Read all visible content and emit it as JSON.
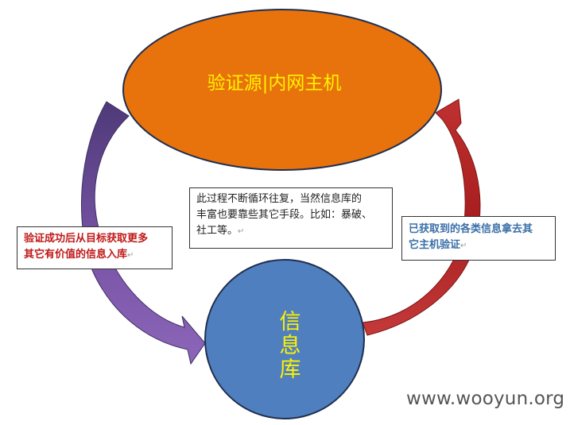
{
  "nodes": {
    "source": {
      "label": "验证源|内网主机",
      "fill": "#e8720c",
      "text_color": "#fff200"
    },
    "info_db": {
      "label": "信息库",
      "fill": "#4f7fbf",
      "text_color": "#fff200"
    }
  },
  "notes": {
    "center": {
      "line1": "此过程不断循环往复，当然信息库的",
      "line2": "丰富也要靠些其它手段。比如：暴破、",
      "line3": "社工等。"
    },
    "left": {
      "line1": "验证成功后从目标获取更多",
      "line2": "其它有价值的信息入库"
    },
    "right": {
      "line1": "已获取到的各类信息拿去其",
      "line2": "它主机验证"
    }
  },
  "colors": {
    "left_arrow": "#6b4a9c",
    "right_arrow": "#b02222",
    "left_note_text": "#c01818",
    "right_note_text": "#3a6fa8"
  },
  "watermark": "www.wooyun.org"
}
